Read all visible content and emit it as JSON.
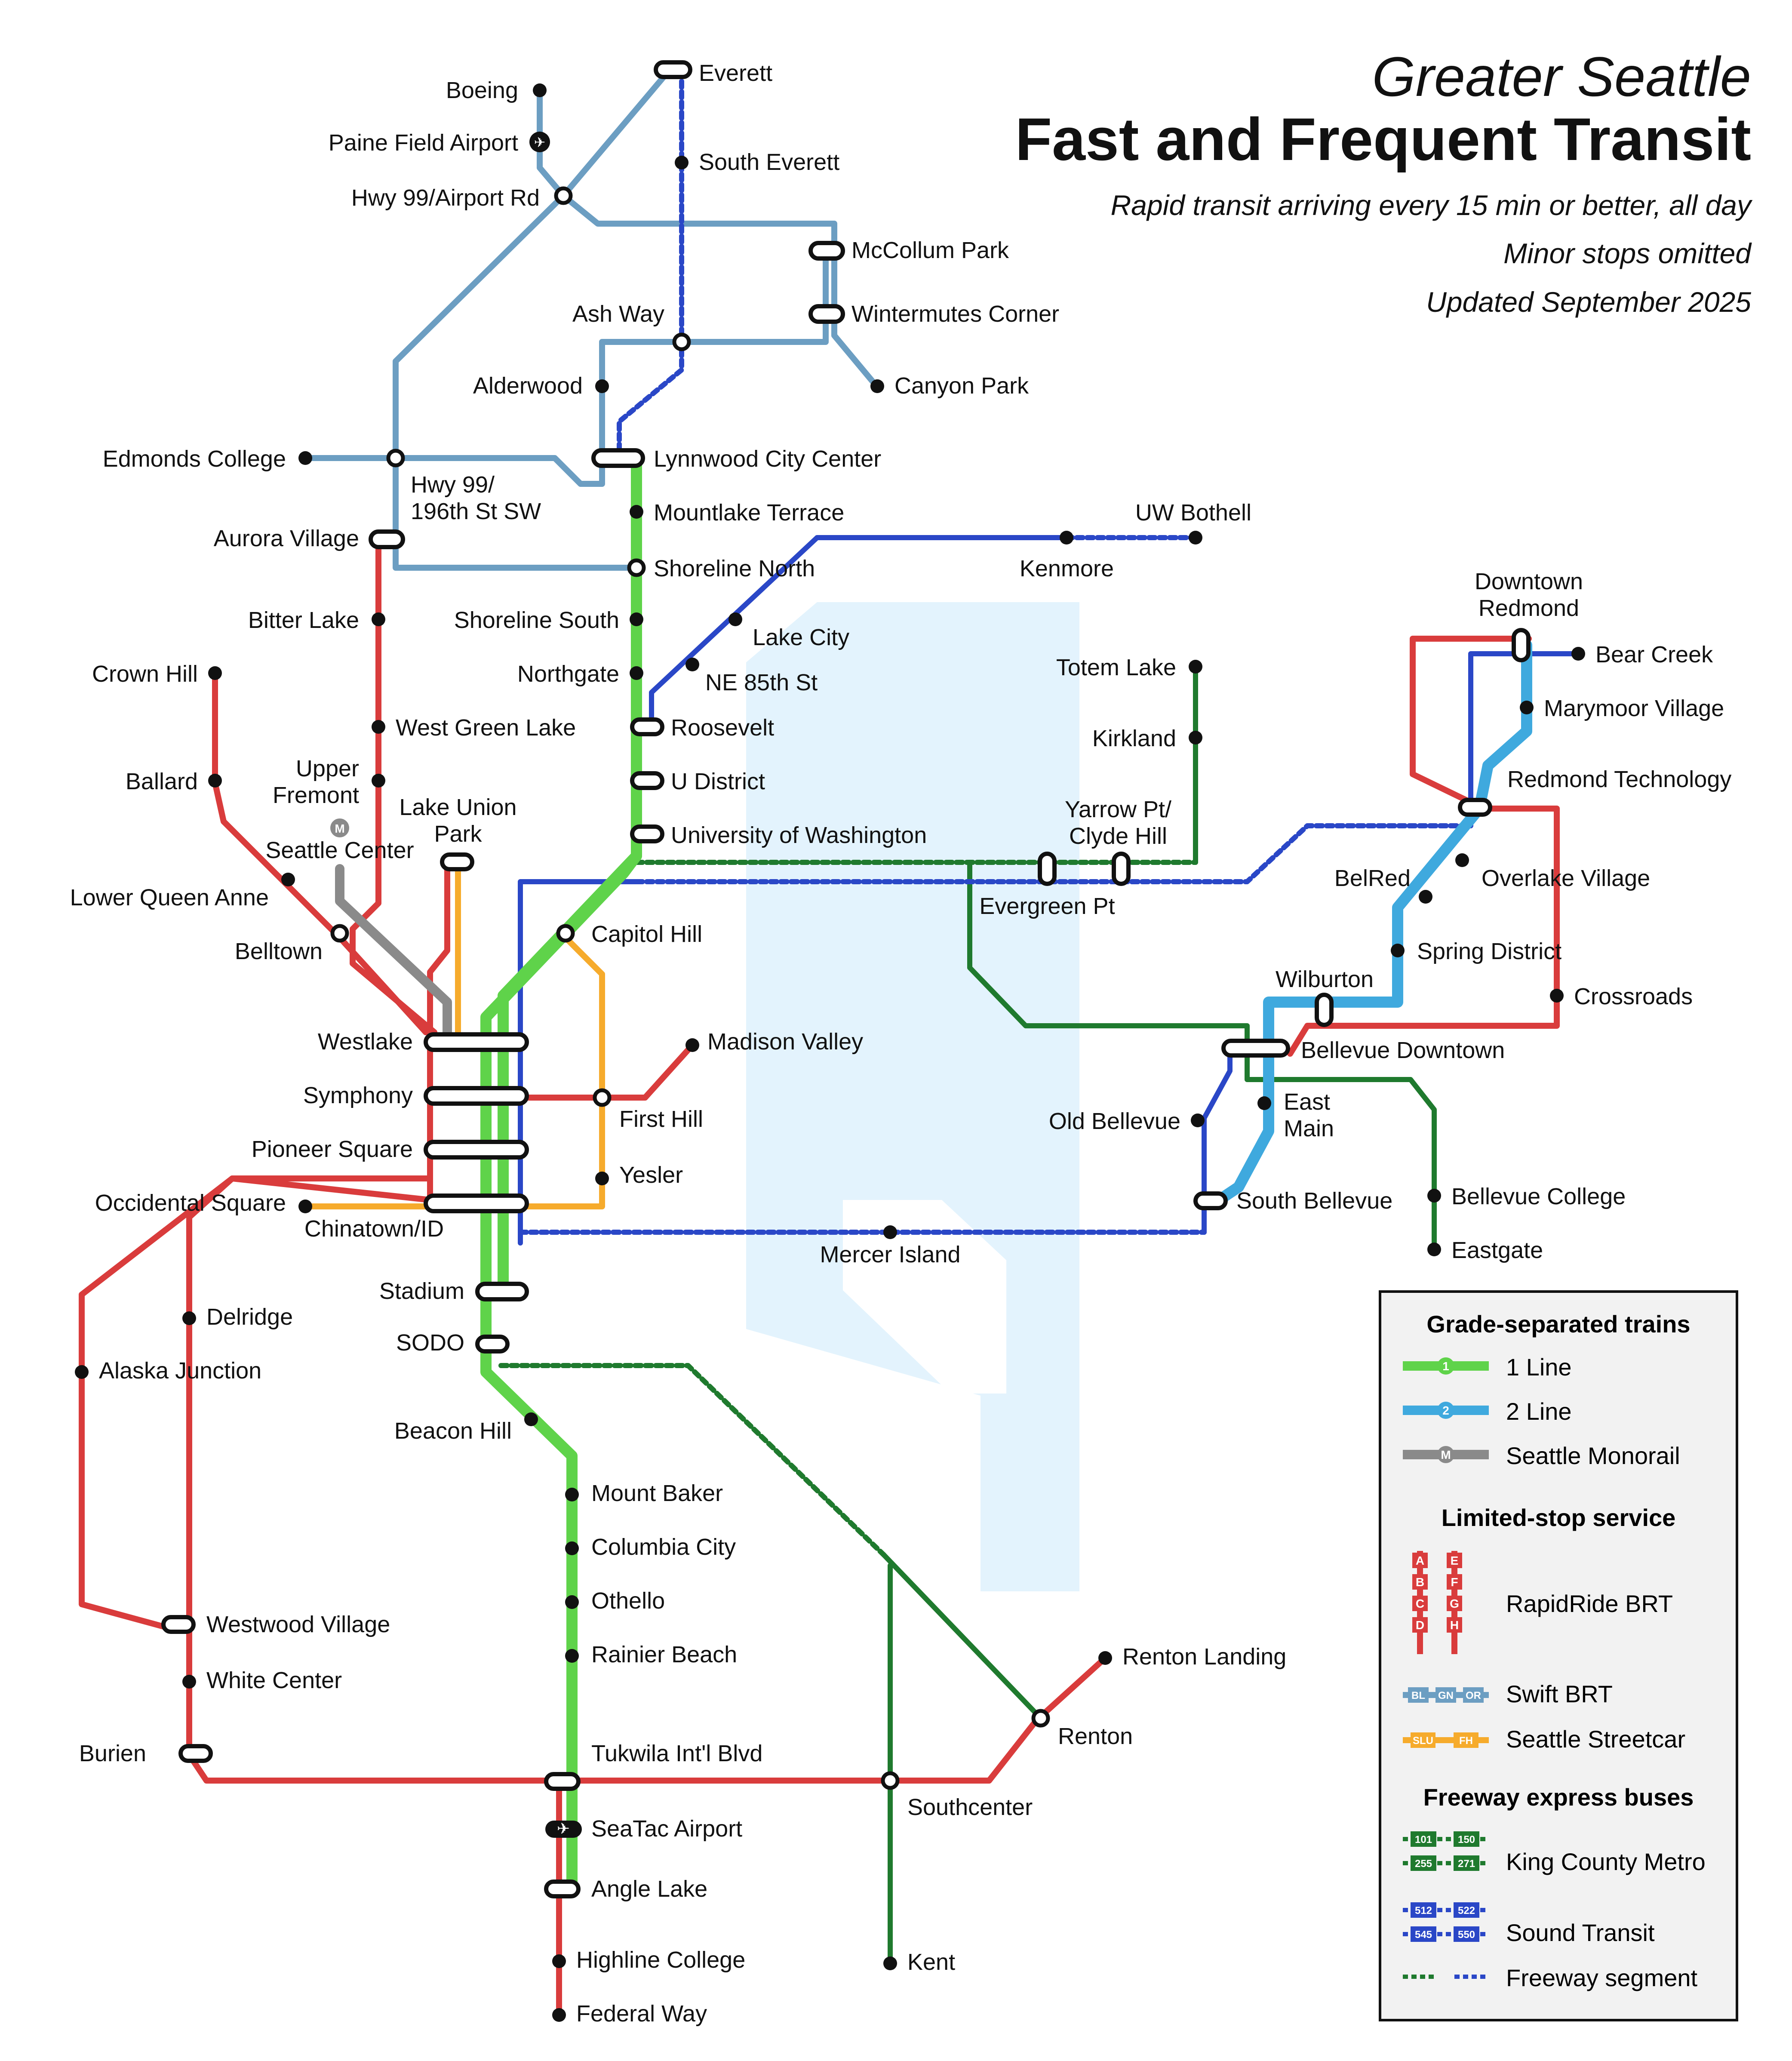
{
  "title": {
    "line1": "Greater Seattle",
    "line2": "Fast and Frequent Transit",
    "sub1": "Rapid transit arriving every 15 min or better, all day",
    "sub2": "Minor stops omitted",
    "sub3": "Updated September 2025"
  },
  "colors": {
    "line1": "#5fd34a",
    "line2": "#3fa9de",
    "monorail": "#8a8a8a",
    "rapidride": "#d93c3c",
    "swift": "#6c9ec2",
    "streetcar": "#f6ab2c",
    "metro": "#1f7a2e",
    "soundtransit": "#2a47c7",
    "water": "#e3f3fd"
  },
  "stations": [
    {
      "id": "boeing",
      "label": "Boeing"
    },
    {
      "id": "paine",
      "label": "Paine Field Airport"
    },
    {
      "id": "hwy99air",
      "label": "Hwy 99/Airport Rd"
    },
    {
      "id": "everett",
      "label": "Everett"
    },
    {
      "id": "seve",
      "label": "South Everett"
    },
    {
      "id": "mccollum",
      "label": "McCollum Park"
    },
    {
      "id": "winter",
      "label": "Wintermutes Corner"
    },
    {
      "id": "canyon",
      "label": "Canyon Park"
    },
    {
      "id": "ashway",
      "label": "Ash Way"
    },
    {
      "id": "alderwood",
      "label": "Alderwood"
    },
    {
      "id": "edmonds",
      "label": "Edmonds College"
    },
    {
      "id": "hwy99196",
      "label": "Hwy 99/\n196th St SW"
    },
    {
      "id": "lynnwood",
      "label": "Lynnwood City Center"
    },
    {
      "id": "mountlake",
      "label": "Mountlake Terrace"
    },
    {
      "id": "aurora",
      "label": "Aurora Village"
    },
    {
      "id": "shorn",
      "label": "Shoreline North"
    },
    {
      "id": "uwbothell",
      "label": "UW Bothell"
    },
    {
      "id": "kenmore",
      "label": "Kenmore"
    },
    {
      "id": "bitter",
      "label": "Bitter Lake"
    },
    {
      "id": "shors",
      "label": "Shoreline South"
    },
    {
      "id": "lakecity",
      "label": "Lake City"
    },
    {
      "id": "crownhill",
      "label": "Crown Hill"
    },
    {
      "id": "northgate",
      "label": "Northgate"
    },
    {
      "id": "ne85",
      "label": "NE 85th St"
    },
    {
      "id": "wgl",
      "label": "West Green Lake"
    },
    {
      "id": "roosevelt",
      "label": "Roosevelt"
    },
    {
      "id": "totem",
      "label": "Totem Lake"
    },
    {
      "id": "kirkland",
      "label": "Kirkland"
    },
    {
      "id": "ballard",
      "label": "Ballard"
    },
    {
      "id": "upperfremont",
      "label": "Upper\nFremont"
    },
    {
      "id": "lup",
      "label": "Lake Union\nPark"
    },
    {
      "id": "udistrict",
      "label": "U District"
    },
    {
      "id": "uw",
      "label": "University of Washington"
    },
    {
      "id": "yarrow",
      "label": "Yarrow Pt/\nClyde Hill"
    },
    {
      "id": "evergreen",
      "label": "Evergreen Pt"
    },
    {
      "id": "seacenter",
      "label": "Seattle Center"
    },
    {
      "id": "lqa",
      "label": "Lower Queen Anne"
    },
    {
      "id": "belltown",
      "label": "Belltown"
    },
    {
      "id": "caphill",
      "label": "Capitol Hill"
    },
    {
      "id": "westlake",
      "label": "Westlake"
    },
    {
      "id": "madvalley",
      "label": "Madison Valley"
    },
    {
      "id": "symphony",
      "label": "Symphony"
    },
    {
      "id": "firsthill",
      "label": "First Hill"
    },
    {
      "id": "pioneer",
      "label": "Pioneer Square"
    },
    {
      "id": "yesler",
      "label": "Yesler"
    },
    {
      "id": "occidental",
      "label": "Occidental Square"
    },
    {
      "id": "chinatown",
      "label": "Chinatown/ID"
    },
    {
      "id": "stadium",
      "label": "Stadium"
    },
    {
      "id": "sodo",
      "label": "SODO"
    },
    {
      "id": "mercer",
      "label": "Mercer Island"
    },
    {
      "id": "delridge",
      "label": "Delridge"
    },
    {
      "id": "alaska",
      "label": "Alaska Junction"
    },
    {
      "id": "beacon",
      "label": "Beacon Hill"
    },
    {
      "id": "mtbaker",
      "label": "Mount Baker"
    },
    {
      "id": "columbia",
      "label": "Columbia City"
    },
    {
      "id": "othello",
      "label": "Othello"
    },
    {
      "id": "rainier",
      "label": "Rainier Beach"
    },
    {
      "id": "westwood",
      "label": "Westwood Village"
    },
    {
      "id": "whitecenter",
      "label": "White Center"
    },
    {
      "id": "burien",
      "label": "Burien"
    },
    {
      "id": "tukwila",
      "label": "Tukwila Int'l Blvd"
    },
    {
      "id": "seatac",
      "label": "SeaTac Airport"
    },
    {
      "id": "angle",
      "label": "Angle Lake"
    },
    {
      "id": "highline",
      "label": "Highline College"
    },
    {
      "id": "fedway",
      "label": "Federal Way"
    },
    {
      "id": "southcenter",
      "label": "Southcenter"
    },
    {
      "id": "kent",
      "label": "Kent"
    },
    {
      "id": "renton",
      "label": "Renton"
    },
    {
      "id": "rentonlanding",
      "label": "Renton Landing"
    },
    {
      "id": "dtredmond",
      "label": "Downtown\nRedmond"
    },
    {
      "id": "bearcreek",
      "label": "Bear Creek"
    },
    {
      "id": "marymoor",
      "label": "Marymoor Village"
    },
    {
      "id": "redtech",
      "label": "Redmond Technology"
    },
    {
      "id": "belred",
      "label": "BelRed"
    },
    {
      "id": "overlake",
      "label": "Overlake Village"
    },
    {
      "id": "spring",
      "label": "Spring District"
    },
    {
      "id": "wilburton",
      "label": "Wilburton"
    },
    {
      "id": "crossroads",
      "label": "Crossroads"
    },
    {
      "id": "bellevuedt",
      "label": "Bellevue Downtown"
    },
    {
      "id": "eastmain",
      "label": "East\nMain"
    },
    {
      "id": "oldbellevue",
      "label": "Old Bellevue"
    },
    {
      "id": "southbellevue",
      "label": "South Bellevue"
    },
    {
      "id": "bellevuecollege",
      "label": "Bellevue College"
    },
    {
      "id": "eastgate",
      "label": "Eastgate"
    }
  ],
  "legend": {
    "grade_title": "Grade-separated trains",
    "line1": "1 Line",
    "line2": "2 Line",
    "monorail": "Seattle Monorail",
    "limited_title": "Limited-stop service",
    "rapidride": "RapidRide BRT",
    "swift": "Swift BRT",
    "streetcar": "Seattle Streetcar",
    "freeway_title": "Freeway express buses",
    "metro": "King County Metro",
    "st": "Sound Transit",
    "segment": "Freeway segment"
  },
  "route_badges": [
    "1",
    "2",
    "M",
    "A",
    "B",
    "C",
    "D",
    "E",
    "F",
    "G",
    "H",
    "BL",
    "GN",
    "OR",
    "SLU",
    "FH",
    "101",
    "150",
    "255",
    "271",
    "512",
    "522",
    "545",
    "550"
  ]
}
